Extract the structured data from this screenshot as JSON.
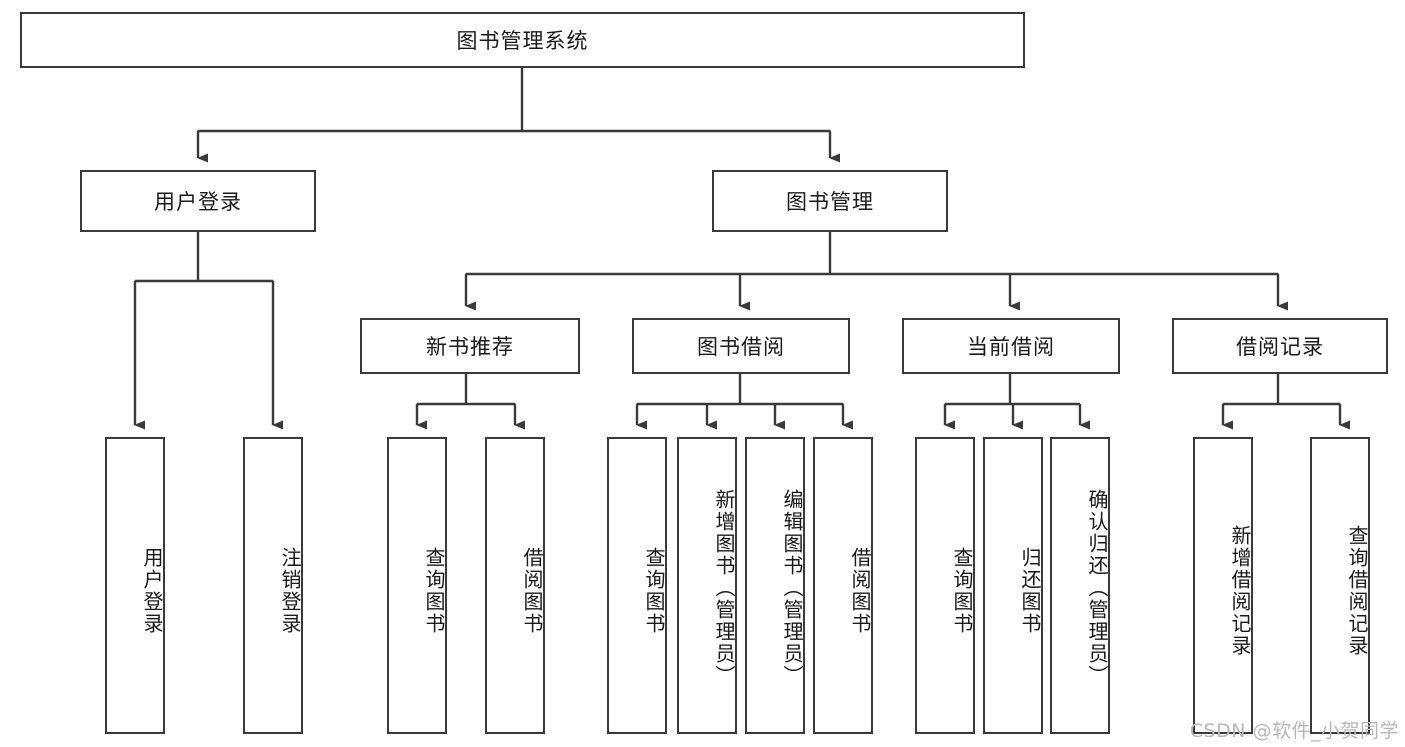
{
  "diagram": {
    "type": "tree",
    "title": "图书管理系统",
    "root": {
      "id": "root",
      "label": "图书管理系统"
    },
    "level2": [
      {
        "id": "user-login",
        "label": "用户登录"
      },
      {
        "id": "book-manage",
        "label": "图书管理"
      }
    ],
    "level3": [
      {
        "id": "new-book-rec",
        "label": "新书推荐"
      },
      {
        "id": "book-borrow",
        "label": "图书借阅"
      },
      {
        "id": "current-borrow",
        "label": "当前借阅"
      },
      {
        "id": "borrow-record",
        "label": "借阅记录"
      }
    ],
    "leaves": {
      "user_login": [
        {
          "id": "leaf-user-login",
          "label": "用户登录"
        },
        {
          "id": "leaf-logout",
          "label": "注销登录"
        }
      ],
      "new_book_rec": [
        {
          "id": "leaf-query-book-1",
          "label": "查询图书"
        },
        {
          "id": "leaf-borrow-book-1",
          "label": "借阅图书"
        }
      ],
      "book_borrow": [
        {
          "id": "leaf-query-book-2",
          "label": "查询图书"
        },
        {
          "id": "leaf-add-book",
          "label": "新增图书（管理员）"
        },
        {
          "id": "leaf-edit-book",
          "label": "编辑图书（管理员）"
        },
        {
          "id": "leaf-borrow-book-2",
          "label": "借阅图书"
        }
      ],
      "current_borrow": [
        {
          "id": "leaf-query-book-3",
          "label": "查询图书"
        },
        {
          "id": "leaf-return-book",
          "label": "归还图书"
        },
        {
          "id": "leaf-confirm-return",
          "label": "确认归还（管理员）"
        }
      ],
      "borrow_record": [
        {
          "id": "leaf-add-record",
          "label": "新增借阅记录"
        },
        {
          "id": "leaf-query-record",
          "label": "查询借阅记录"
        }
      ]
    }
  },
  "watermark": {
    "text": "CSDN @软件_小贺同学"
  },
  "colors": {
    "stroke": "#3a3a3a",
    "text": "#1a1a1a",
    "background": "#ffffff",
    "watermark": "#b8b8b8"
  }
}
